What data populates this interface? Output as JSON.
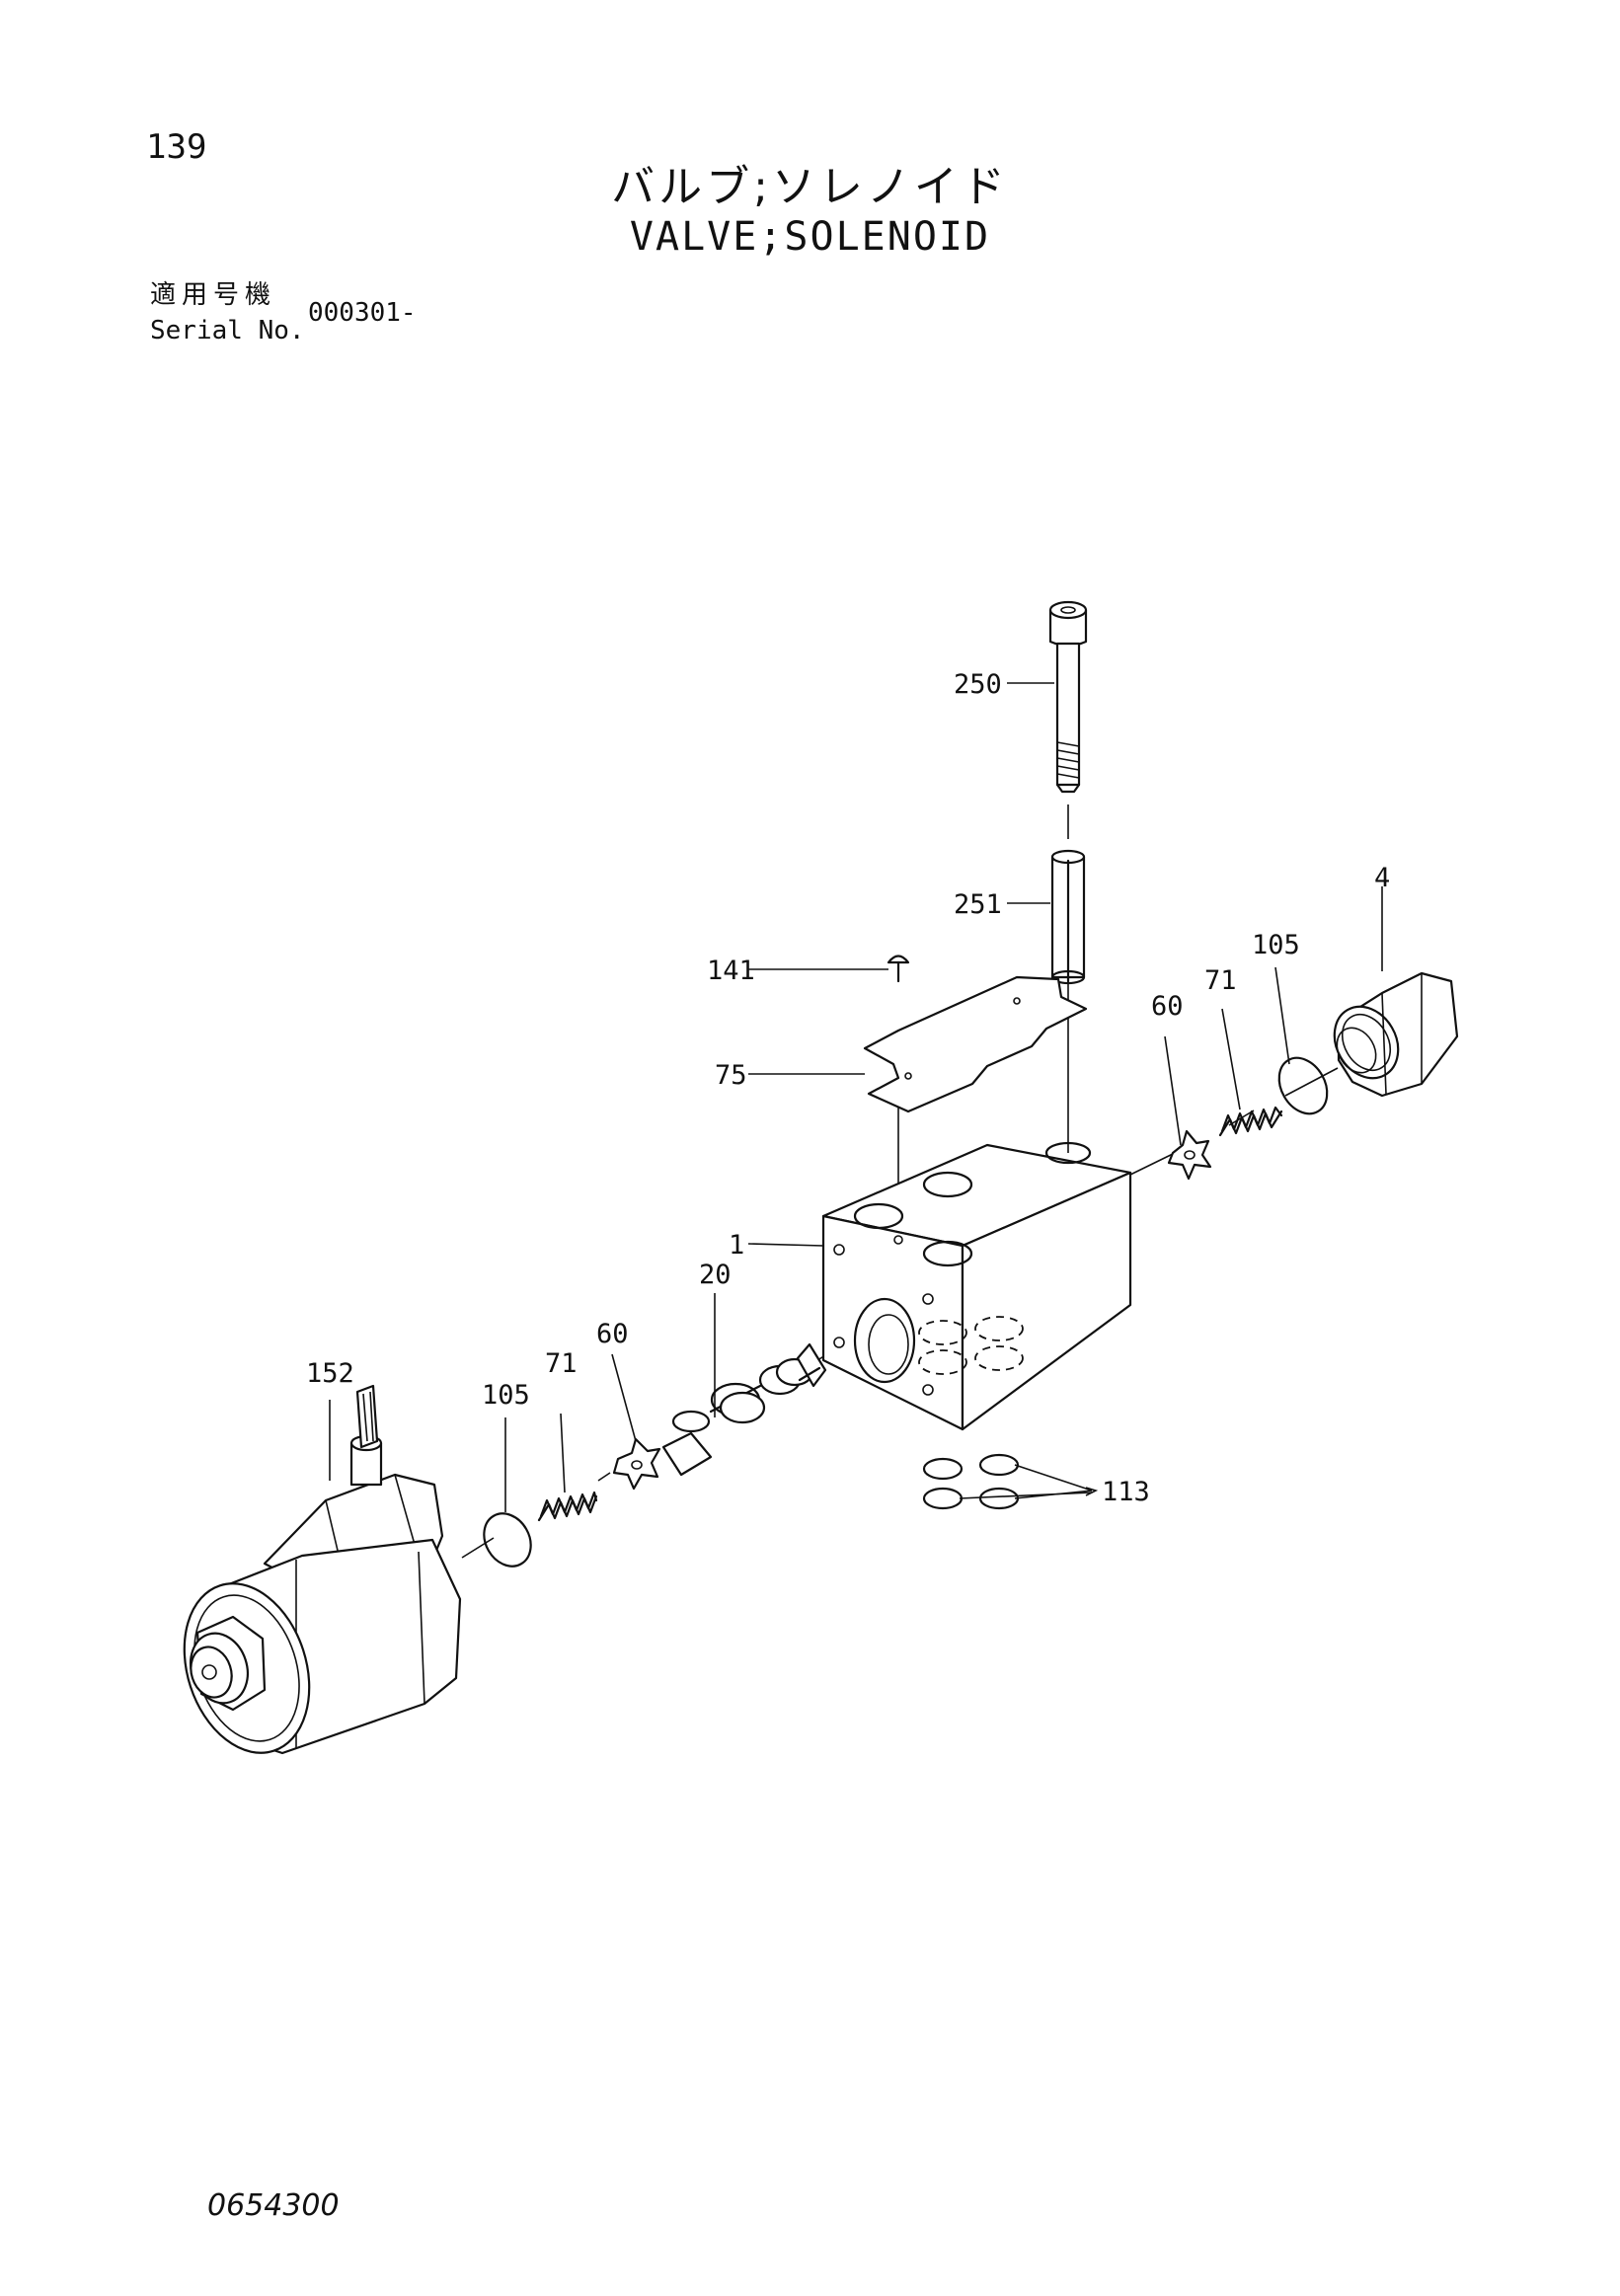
{
  "header": {
    "page_number": "139",
    "title_jp": "バルブ;ソレノイド",
    "title_en": "VALVE;SOLENOID",
    "serial_label_jp": "適用号機",
    "serial_label_en": "Serial No.",
    "serial_value": "000301-"
  },
  "callouts": {
    "p250": "250",
    "p251": "251",
    "p141": "141",
    "p75": "75",
    "p4": "4",
    "p105_right": "105",
    "p71_right": "71",
    "p60_right": "60",
    "p1": "1",
    "p20": "20",
    "p60_left": "60",
    "p71_left": "71",
    "p105_left": "105",
    "p152": "152",
    "p113": "113"
  },
  "footer": {
    "drawing_code": "0654300"
  }
}
